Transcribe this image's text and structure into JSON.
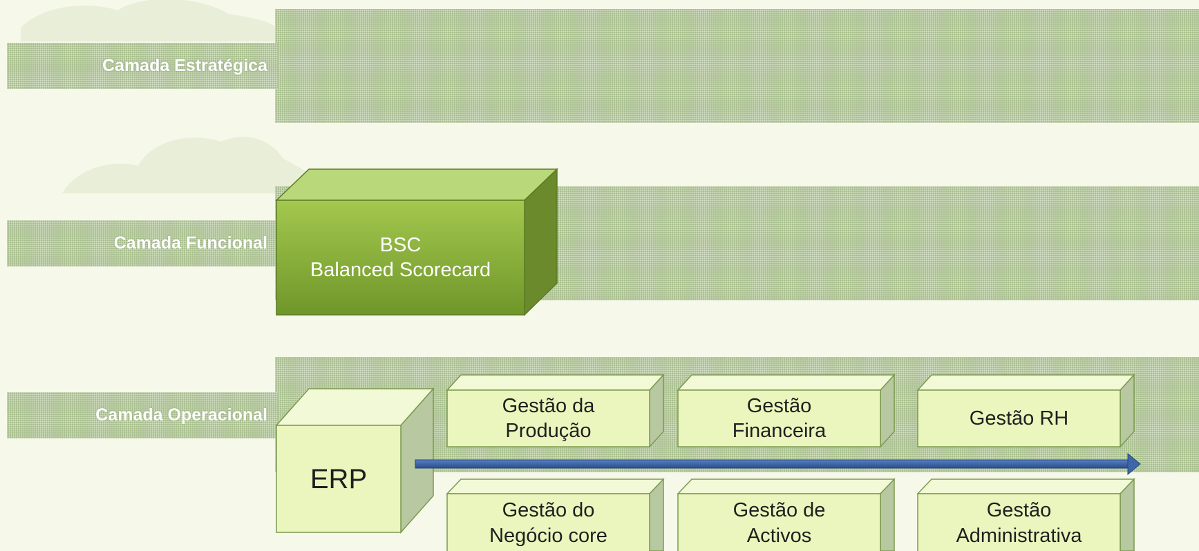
{
  "layers": {
    "strategic": "Camada Estratégica",
    "functional": "Camada Funcional",
    "operational": "Camada Operacional"
  },
  "bsc": {
    "line1": "BSC",
    "line2": "Balanced Scorecard"
  },
  "erp": {
    "label": "ERP"
  },
  "modules": {
    "producao": [
      "Gestão da",
      "Produção"
    ],
    "financeira": [
      "Gestão",
      "Financeira"
    ],
    "rh": [
      "Gestão RH"
    ],
    "negocio": [
      "Gestão do",
      "Negócio core"
    ],
    "activos": [
      "Gestão de",
      "Activos"
    ],
    "administrativa": [
      "Gestão",
      "Administrativa"
    ]
  },
  "colors": {
    "hatch": "#a9bf8f",
    "bsc_front": "#8db43a",
    "erp_front": "#eaf6bd",
    "arrow": "#3f66a8",
    "background": "#f6f8ea"
  }
}
